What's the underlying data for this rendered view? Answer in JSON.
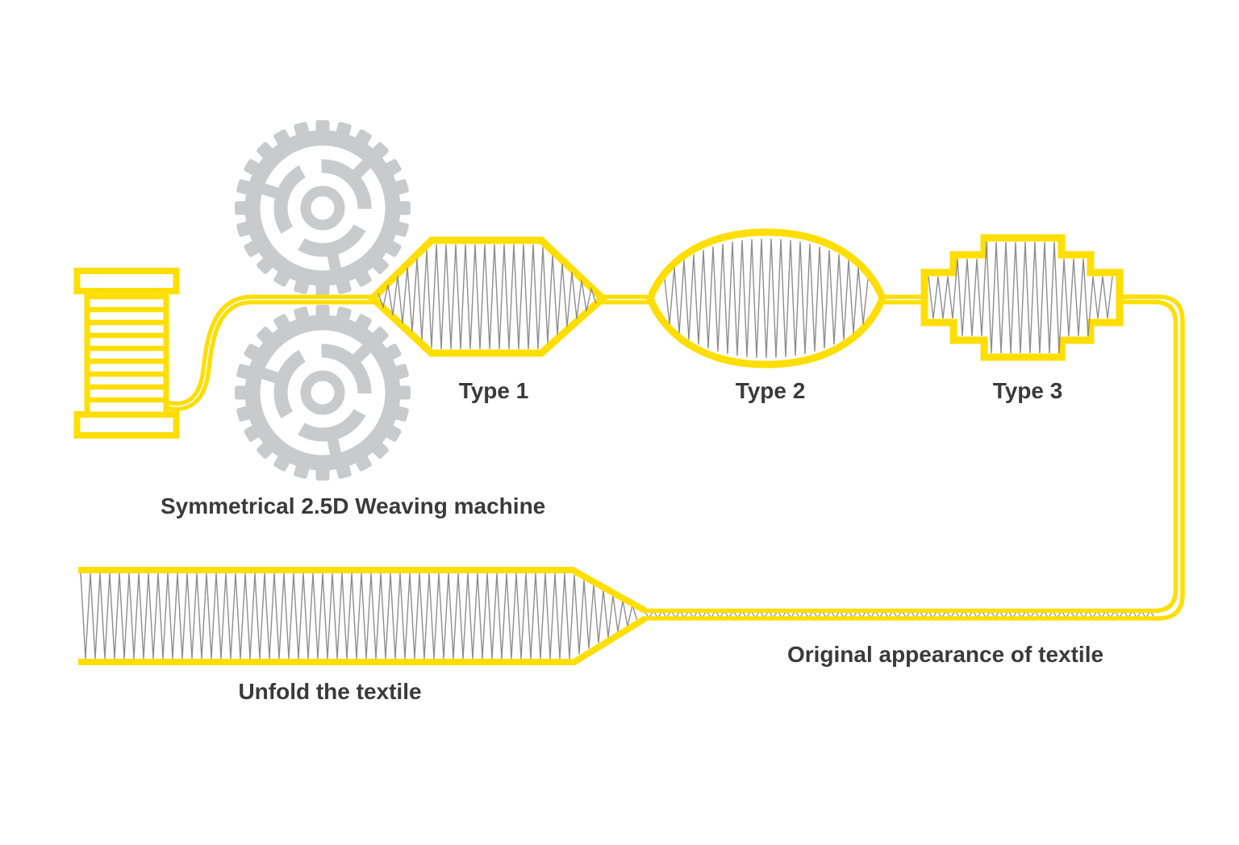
{
  "colors": {
    "thread_yellow": "#FFDE00",
    "gear_gray": "#C9CACB",
    "zigzag_gray": "#8E8E8E",
    "text_dark": "#3A3A3A",
    "background": "#FFFFFF"
  },
  "diagram": {
    "machine": {
      "label": "Symmetrical 2.5D Weaving machine",
      "icons": [
        "spool-icon",
        "gear-icon",
        "gear-icon"
      ]
    },
    "samples": [
      {
        "label": "Type 1",
        "shape": "hexagon"
      },
      {
        "label": "Type 2",
        "shape": "lens"
      },
      {
        "label": "Type 3",
        "shape": "stepped-cross"
      }
    ],
    "unfolded": {
      "label": "Unfold the textile"
    },
    "original": {
      "label": "Original appearance of textile"
    }
  }
}
